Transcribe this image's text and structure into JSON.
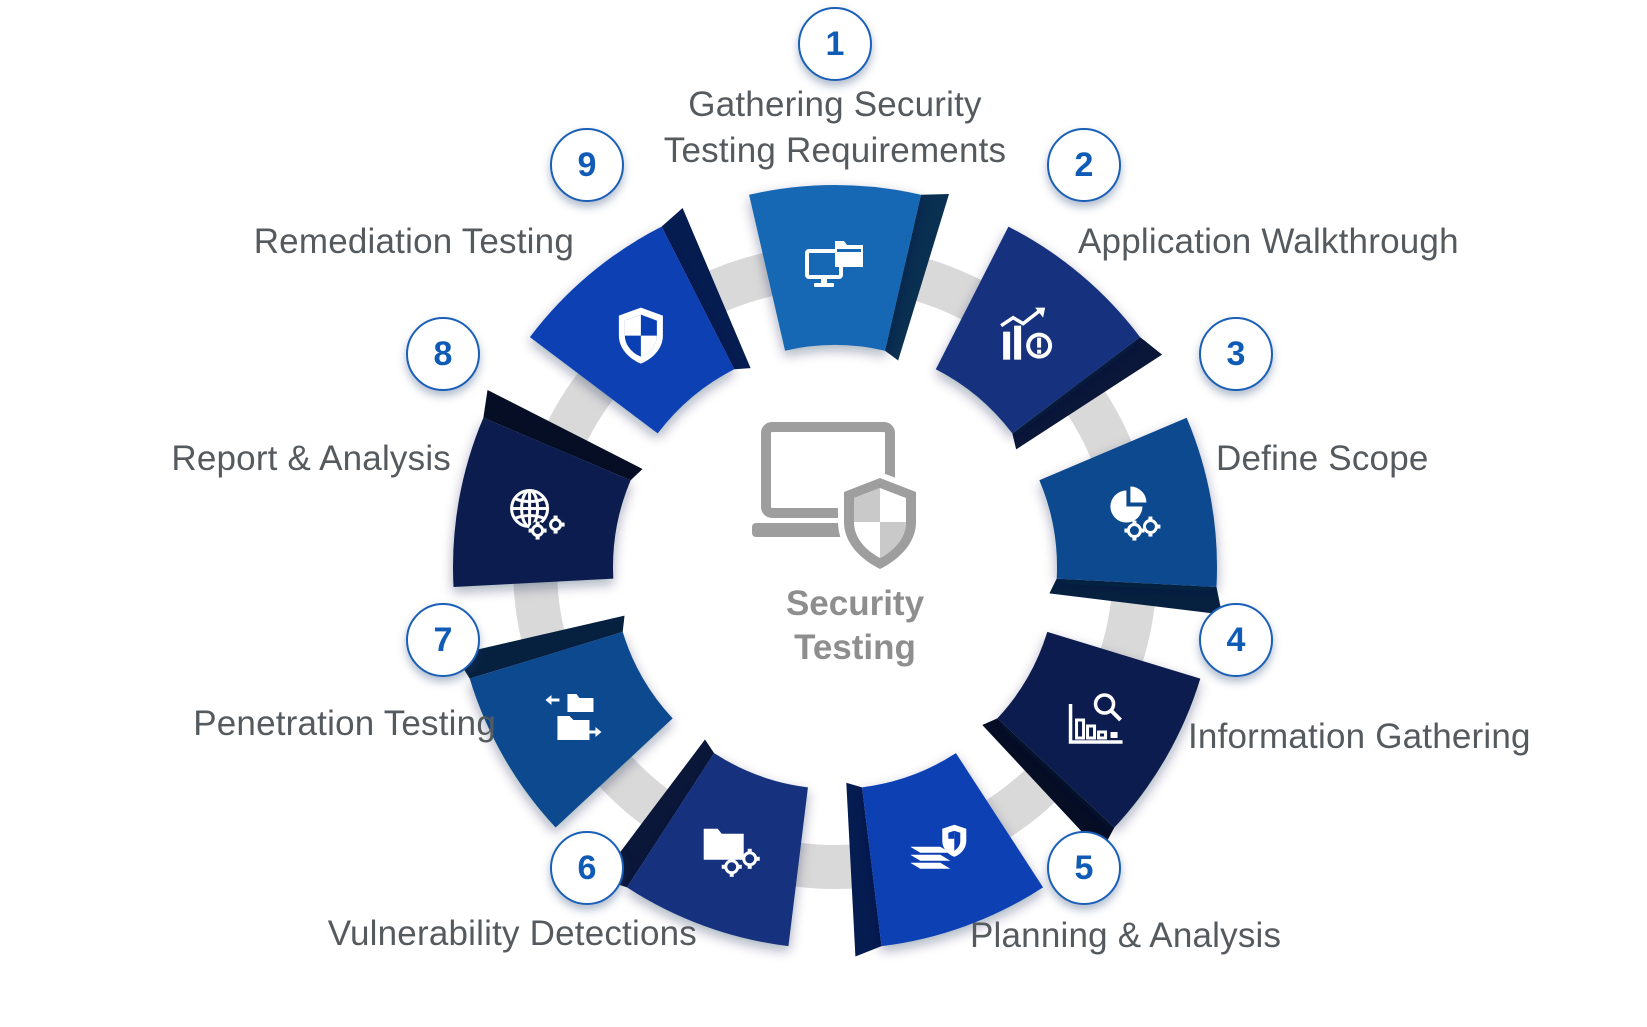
{
  "center": {
    "title_line1": "Security",
    "title_line2": "Testing",
    "icon": "laptop-shield-icon"
  },
  "steps": [
    {
      "number": "1",
      "line1": "Gathering Security",
      "line2": "Testing Requirements",
      "icon": "monitor-folder-icon",
      "color": "#1468b4"
    },
    {
      "number": "2",
      "line1": "Application Walkthrough",
      "line2": "",
      "icon": "chart-alert-icon",
      "color": "#17337e"
    },
    {
      "number": "3",
      "line1": "Define Scope",
      "line2": "",
      "icon": "pie-gears-icon",
      "color": "#0d4a8e"
    },
    {
      "number": "4",
      "line1": "Information Gathering",
      "line2": "",
      "icon": "chart-search-icon",
      "color": "#0c1f4f"
    },
    {
      "number": "5",
      "line1": "Planning & Analysis",
      "line2": "",
      "icon": "stack-shield-icon",
      "color": "#0a3fb3"
    },
    {
      "number": "6",
      "line1": "Vulnerability Detections",
      "line2": "",
      "icon": "folder-gears-icon",
      "color": "#17337e"
    },
    {
      "number": "7",
      "line1": "Penetration Testing",
      "line2": "",
      "icon": "folder-transfer-icon",
      "color": "#0d4a8e"
    },
    {
      "number": "8",
      "line1": "Report & Analysis",
      "line2": "",
      "icon": "globe-gears-icon",
      "color": "#0c1f4f"
    },
    {
      "number": "9",
      "line1": "Remediation Testing",
      "line2": "",
      "icon": "shield-icon",
      "color": "#0a3fb3"
    }
  ],
  "colors": {
    "ring": "#d9d9d9",
    "label_text": "#555a5f",
    "badge_number": "#0f5bb5",
    "center_icon": "#9e9e9e"
  }
}
